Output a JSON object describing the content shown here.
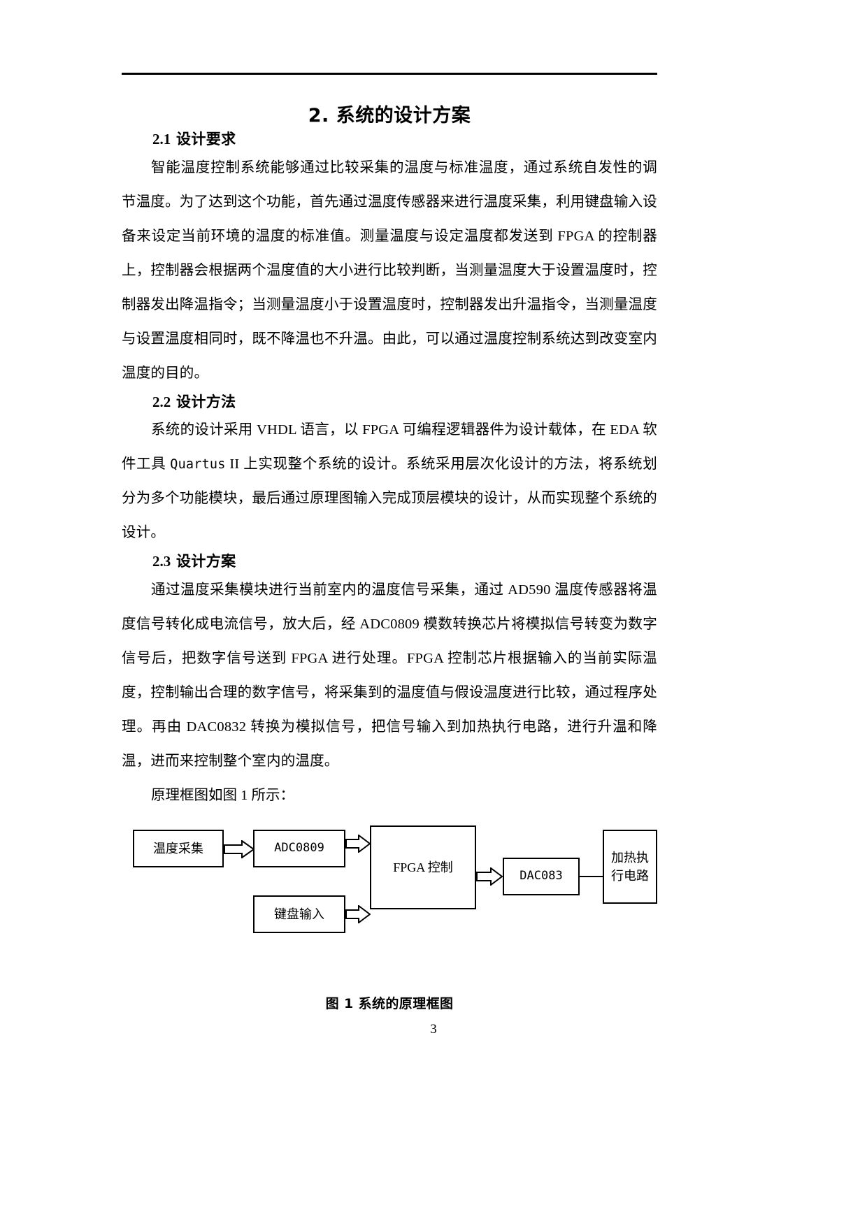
{
  "document": {
    "title": "2. 系统的设计方案",
    "page_number": "3"
  },
  "sections": [
    {
      "number": "2.1",
      "heading": "设计要求",
      "paragraphs": [
        "智能温度控制系统能够通过比较采集的温度与标准温度，通过系统自发性的调节温度。为了达到这个功能，首先通过温度传感器来进行温度采集，利用键盘输入设备来设定当前环境的温度的标准值。测量温度与设定温度都发送到 FPGA 的控制器上，控制器会根据两个温度值的大小进行比较判断，当测量温度大于设置温度时，控制器发出降温指令；当测量温度小于设置温度时，控制器发出升温指令，当测量温度与设置温度相同时，既不降温也不升温。由此，可以通过温度控制系统达到改变室内温度的目的。"
      ]
    },
    {
      "number": "2.2",
      "heading": "设计方法",
      "paragraphs": [
        "系统的设计采用 VHDL 语言，以 FPGA 可编程逻辑器件为设计载体，在 EDA 软件工具 Quartus  II 上实现整个系统的设计。系统采用层次化设计的方法，将系统划分为多个功能模块，最后通过原理图输入完成顶层模块的设计，从而实现整个系统的设计。"
      ]
    },
    {
      "number": "2.3",
      "heading": "设计方案",
      "paragraphs": [
        "通过温度采集模块进行当前室内的温度信号采集，通过 AD590 温度传感器将温度信号转化成电流信号，放大后，经 ADC0809 模数转换芯片将模拟信号转变为数字信号后，把数字信号送到 FPGA 进行处理。FPGA 控制芯片根据输入的当前实际温度，控制输出合理的数字信号，将采集到的温度值与假设温度进行比较，通过程序处理。再由 DAC0832 转换为模拟信号，把信号输入到加热执行电路，进行升温和降温，进而来控制整个室内的温度。"
      ],
      "figure_lead": "原理框图如图 1 所示："
    }
  ],
  "figure": {
    "caption": "图 1 系统的原理框图",
    "boxes": {
      "temperature_acquisition": "温度采集",
      "adc": "ADC0809",
      "keyboard_input": "键盘输入",
      "fpga_control": "FPGA 控制",
      "dac": "DAC083",
      "heating_circuit_line1": "加热执",
      "heating_circuit_line2": "行电路"
    }
  },
  "inline": {
    "s21_text_a": "智能温度控制系统能够通过比较采集的温度与标准温度，通过系统自发性的调节温度。为了达到这个功能，首先通过温度传感器来进行温度采集，利用键盘输入设备来设定当前环境的温度的标准值。测量温度与设定温度都发送到 ",
    "s21_fpga": "FPGA",
    "s21_text_b": " 的控制器上，控制器会根据两个温度值的大小进行比较判断，当测量温度大于设置温度时，控制器发出降温指令；当测量温度小于设置温度时，控制器发出升温指令，当测量温度与设置温度相同时，既不降温也不升温。由此，可以通过温度控制系统达到改变室内温度的目的。",
    "s22_a": "系统的设计采用 ",
    "s22_vhdl": "VHDL",
    "s22_b": " 语言，以 ",
    "s22_fpga": "FPGA",
    "s22_c": " 可编程逻辑器件为设计载体，在 ",
    "s22_eda": "EDA",
    "s22_d": " 软件工具 ",
    "s22_quartus": "Quartus",
    "s22_e": "  ",
    "s22_ii": "II",
    "s22_f": " 上实现整个系统的设计。系统采用层次化设计的方法，将系统划分为多个功能模块，最后通过原理图输入完成顶层模块的设计，从而实现整个系统的设计。",
    "s23_a": "通过温度采集模块进行当前室内的温度信号采集，通过 ",
    "s23_ad590": "AD590",
    "s23_b": " 温度传感器将温度信号转化成电流信号，放大后，经 ",
    "s23_adc0809": "ADC0809",
    "s23_c": " 模数转换芯片将模拟信号转变为数字信号后，把数字信号送到 ",
    "s23_fpga1": "FPGA",
    "s23_d": " 进行处理。",
    "s23_fpga2": "FPGA",
    "s23_e": " 控制芯片根据输入的当前实际温度，控制输出合理的数字信号，将采集到的温度值与假设温度进行比较，通过程序处理。再由 ",
    "s23_dac0832": "DAC0832",
    "s23_f": " 转换为模拟信号，把信号输入到加热执行电路，进行升温和降温，进而来控制整个室内的温度。"
  }
}
